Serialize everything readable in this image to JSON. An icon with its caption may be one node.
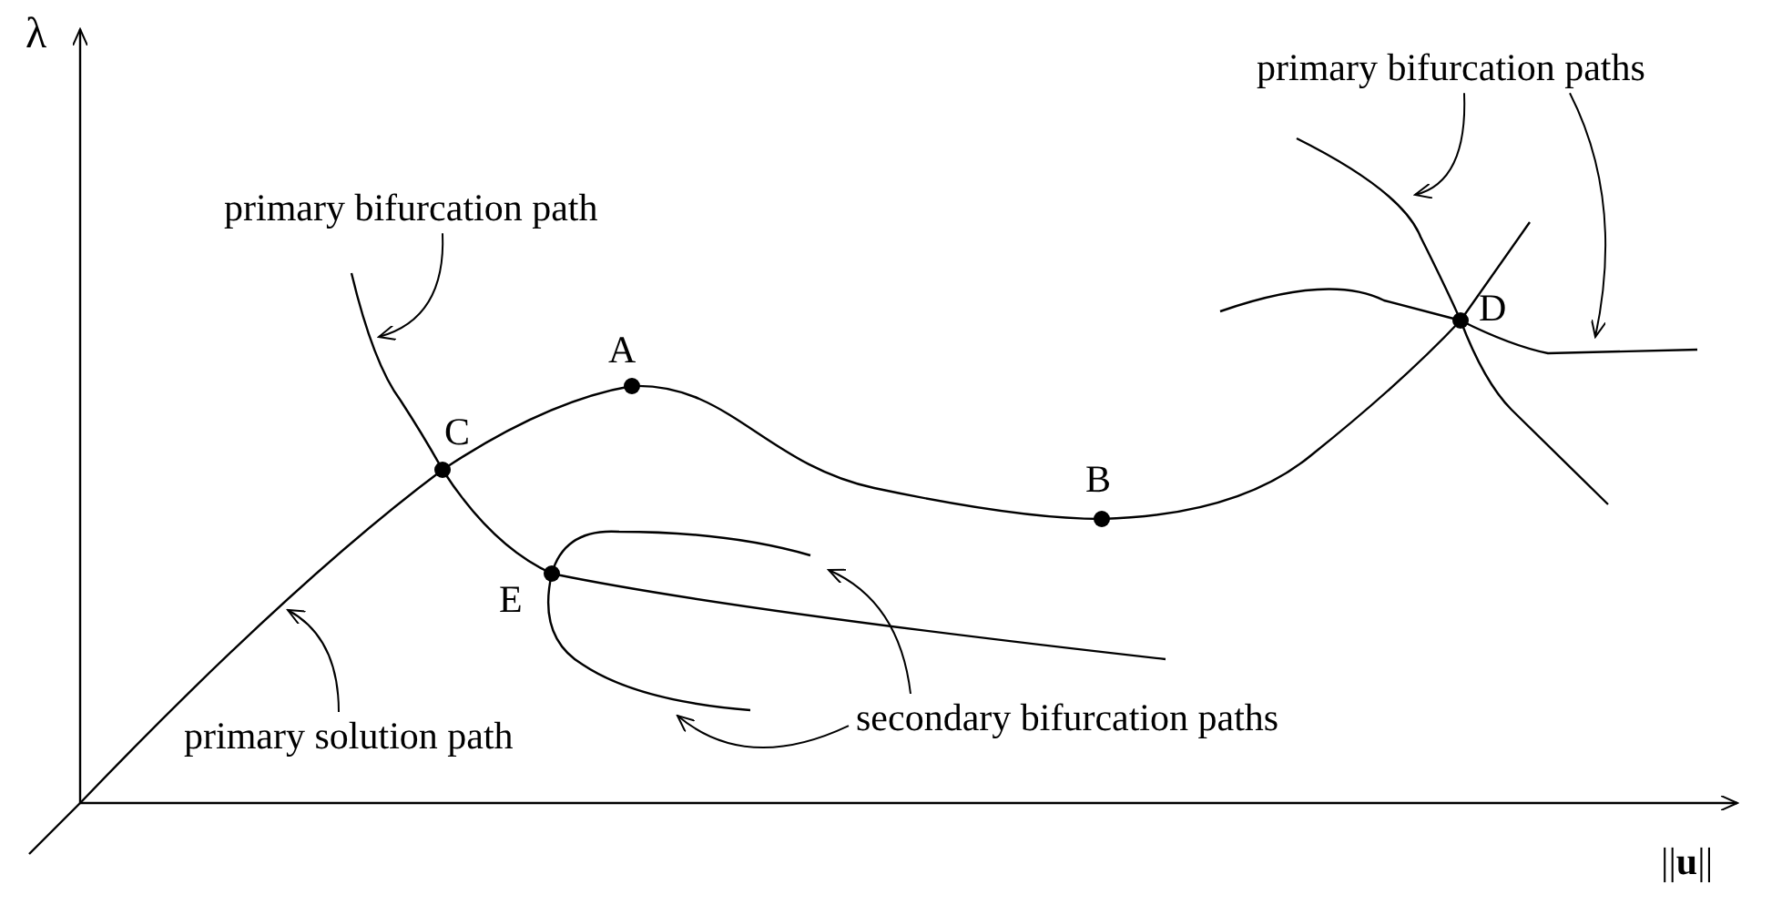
{
  "diagram": {
    "nodes": [
      {
        "text": [
          "primary bifurcation path"
        ]
      },
      {
        "text": [
          "primary bifurcation paths"
        ]
      },
      {
        "text": [
          "primary solution path"
        ]
      },
      {
        "text": [
          "secondary bifurcation paths"
        ]
      }
    ],
    "edges": [
      {
        "from": 0,
        "to": null,
        "arrow": "to"
      },
      {
        "from": 1,
        "to": null,
        "arrow": "to"
      },
      {
        "from": 1,
        "to": null,
        "arrow": "to"
      },
      {
        "from": 2,
        "to": null,
        "arrow": "to"
      },
      {
        "from": 3,
        "to": null,
        "arrow": "to"
      },
      {
        "from": 3,
        "to": null,
        "arrow": "to"
      }
    ],
    "labels": [
      "λ",
      "A",
      "C",
      "D",
      "B",
      "E",
      "||**u**||"
    ]
  }
}
